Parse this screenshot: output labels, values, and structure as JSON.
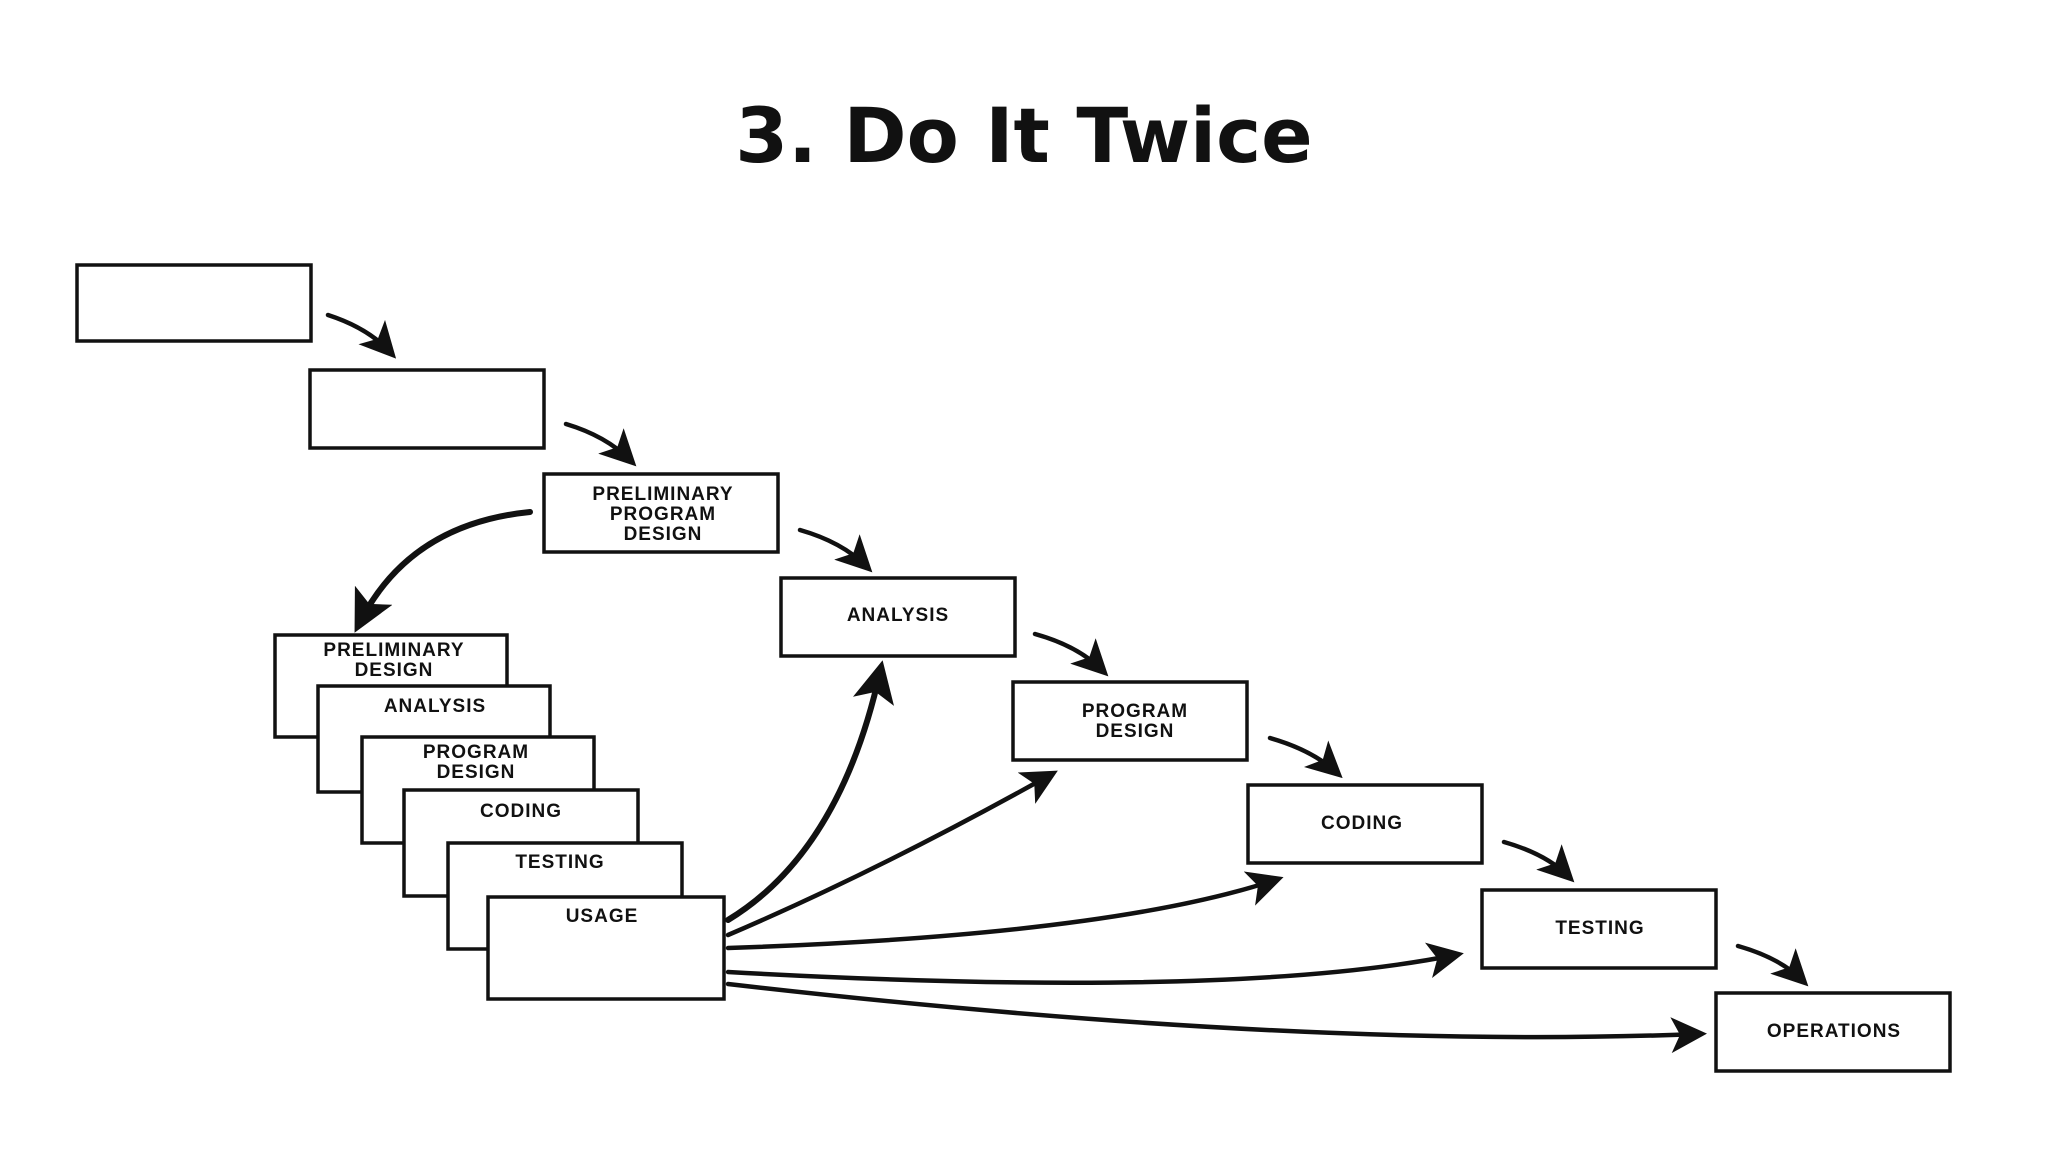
{
  "title": "3. Do It Twice",
  "diagram": {
    "main_flow": {
      "step1": "",
      "step2": "",
      "preliminary_program_design": [
        "PRELIMINARY",
        "PROGRAM",
        "DESIGN"
      ],
      "analysis": "ANALYSIS",
      "program_design": [
        "PROGRAM",
        "DESIGN"
      ],
      "coding": "CODING",
      "testing": "TESTING",
      "operations": "OPERATIONS"
    },
    "pilot_stack": {
      "preliminary_design": [
        "PRELIMINARY",
        "DESIGN"
      ],
      "analysis": "ANALYSIS",
      "program_design": [
        "PROGRAM",
        "DESIGN"
      ],
      "coding": "CODING",
      "testing": "TESTING",
      "usage": "USAGE"
    }
  }
}
